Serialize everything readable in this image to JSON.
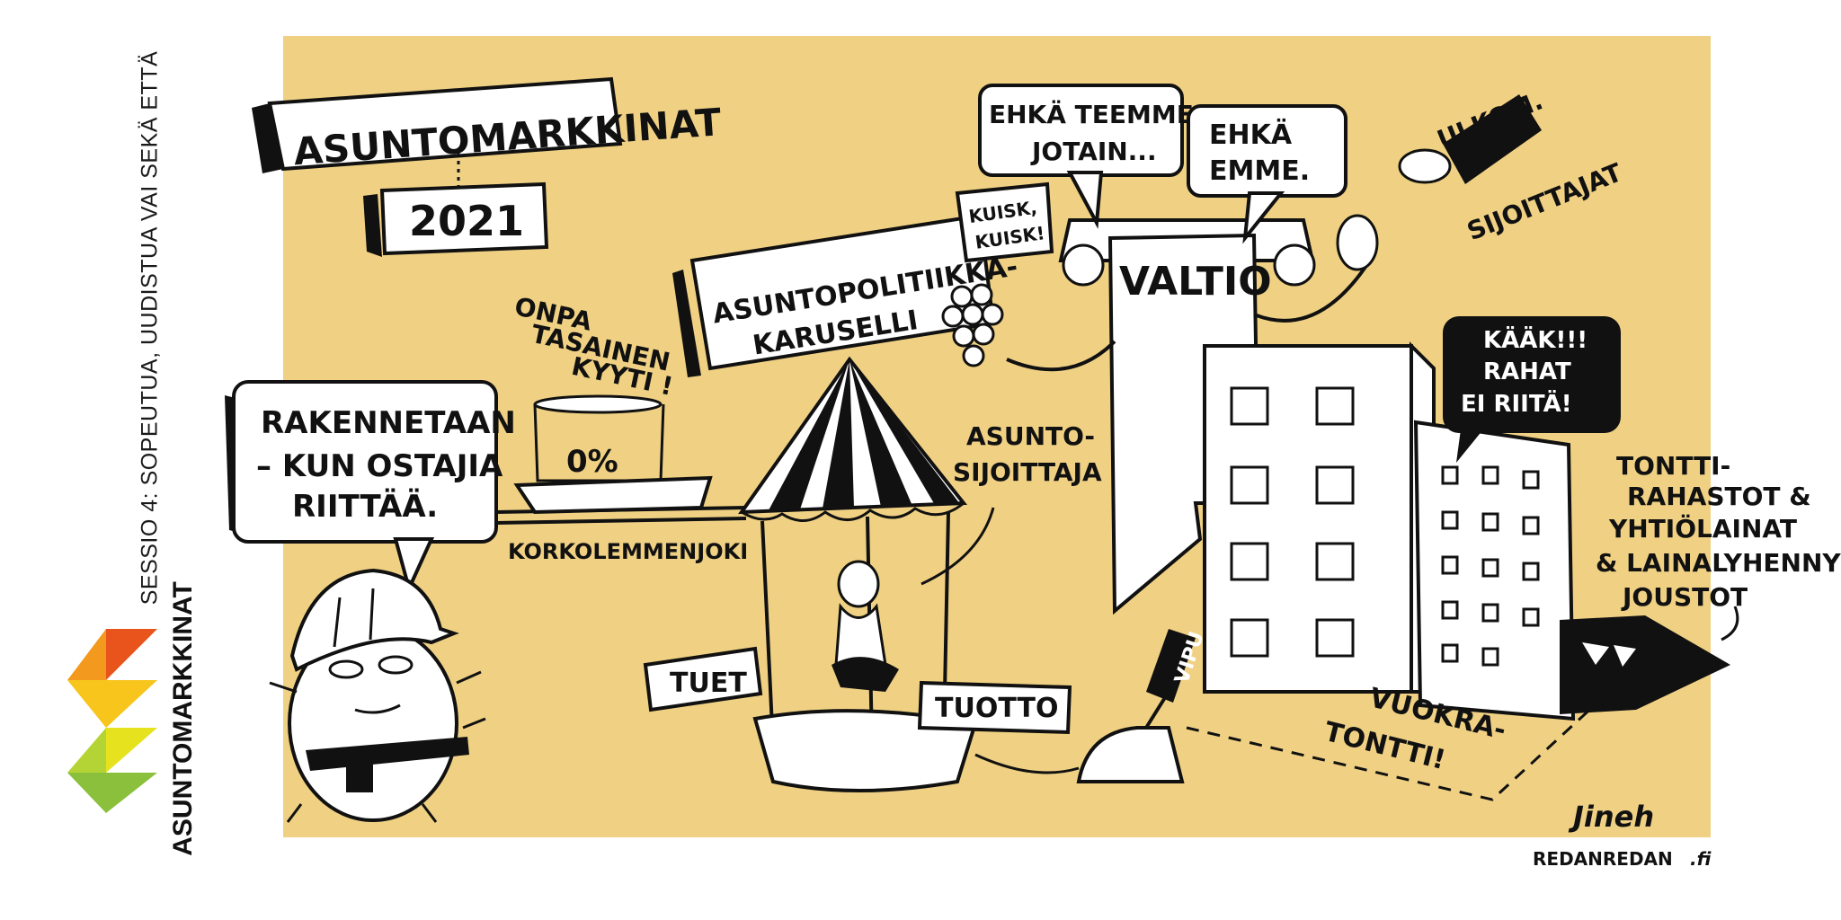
{
  "sidebar": {
    "session_text": "SESSIO 4: SOPEUTUA, UUDISTUA VAI SEKÄ ETTÄ",
    "brand_name": "ASUNTOMARKKINAT"
  },
  "title_banner": {
    "title": "ASUNTOMARKKINAT",
    "year": "2021"
  },
  "builder": {
    "line1": "RAKENNETAAN",
    "line2": "– KUN OSTAJIA",
    "line3": "RIITTÄÄ."
  },
  "rate": {
    "exclaim_line1": "ONPA",
    "exclaim_line2": "TASAINEN",
    "exclaim_line3": "KYYTI !",
    "percent": "0%",
    "river_label": "KORKOLEMMENJOKI"
  },
  "carousel": {
    "sign_line1": "ASUNTOPOLITIIKKA-",
    "sign_line2": "KARUSELLI",
    "left_sign": "TUET",
    "right_sign": "TUOTTO",
    "investor_line1": "ASUNTO-",
    "investor_line2": "SIJOITTAJA"
  },
  "state": {
    "label": "VALTIO",
    "whisper_line1": "KUISK,",
    "whisper_line2": "KUISK!",
    "bubble1_line1": "EHKÄ TEEMME",
    "bubble1_line2": "JOTAIN...",
    "bubble2_line1": "EHKÄ",
    "bubble2_line2": "EMME."
  },
  "foreign": {
    "line1": "ULKOM.",
    "line2": "SIJOITTAJAT"
  },
  "building": {
    "shout_line1": "KÄÄK!!!",
    "shout_line2": "RAHAT",
    "shout_line3": "EI RIITÄ!"
  },
  "funds": {
    "line1": "TONTTI-",
    "line2": "RAHASTOT &",
    "line3": "YHTIÖLAINAT",
    "line4": "& LAINALYHENNYS-",
    "line5": "JOUSTOT"
  },
  "lever": {
    "label": "VIPU"
  },
  "plot": {
    "line1": "VUOKRA-",
    "line2": "TONTTI!"
  },
  "credits": {
    "signature": "Jineh",
    "site": "REDANREDAN",
    "site_suffix": ".fi"
  },
  "colors": {
    "background": "#f0d184",
    "ink": "#111111",
    "paper": "#ffffff",
    "logo": [
      "#e8541c",
      "#f39a1e",
      "#f7c51c",
      "#e6e21e",
      "#b4d334",
      "#8bc03d"
    ]
  }
}
